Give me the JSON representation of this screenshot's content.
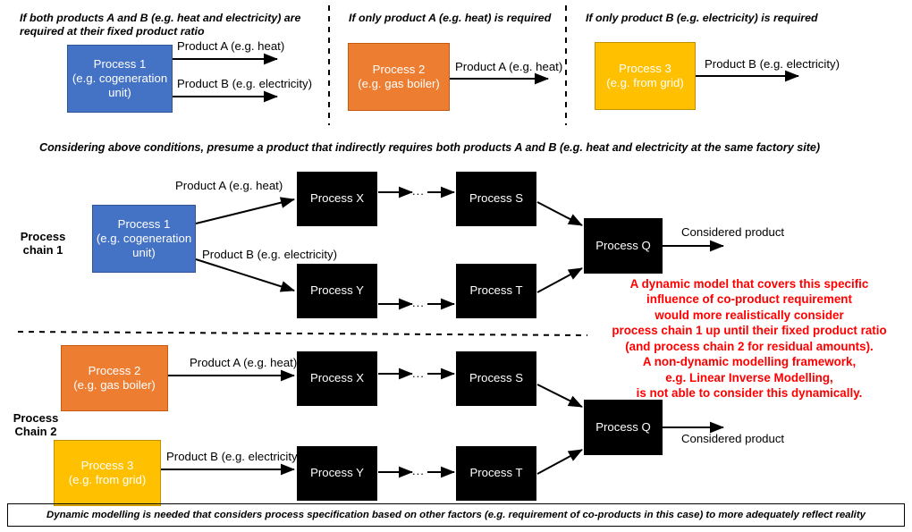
{
  "figure": {
    "title_conditions": [
      "If both products A and B (e.g. heat and electricity) are required at their fixed product ratio",
      "If only product A (e.g. heat) is required",
      "If only product B (e.g. electricity) is required"
    ],
    "middle_caption": "Considering above conditions, presume a product that indirectly requires both products A and B (e.g. heat and electricity at the same factory site)",
    "bottom_banner": "Dynamic modelling is needed that considers process specification based on other factors (e.g. requirement of co-products in this case) to more adequately reflect reality"
  },
  "processes": {
    "p1_line1": "Process 1",
    "p1_line2": "(e.g. cogeneration unit)",
    "p2_line1": "Process 2",
    "p2_line2": "(e.g. gas boiler)",
    "p3_line1": "Process 3",
    "p3_line2": "(e.g. from grid)",
    "px": "Process X",
    "py": "Process Y",
    "ps": "Process S",
    "pt": "Process T",
    "pq": "Process Q"
  },
  "flows": {
    "product_a": "Product A (e.g. heat)",
    "product_b": "Product B (e.g. electricity)",
    "considered_product": "Considered product",
    "ellipsis": "..."
  },
  "chains": {
    "chain1_line1": "Process",
    "chain1_line2": "chain 1",
    "chain2_line1": "Process",
    "chain2_line2": "Chain 2"
  },
  "annotation": {
    "red_note": "A dynamic model that covers this specific\ninfluence of co-product requirement\nwould more realistically consider\nprocess chain 1 up until their fixed product ratio\n(and process chain 2 for residual amounts).\nA non-dynamic modelling framework,\ne.g. Linear Inverse Modelling,\nis not able to consider this dynamically."
  },
  "colors": {
    "blue": "#4472C4",
    "orange": "#ED7D31",
    "yellow": "#FFC000",
    "black": "#000000",
    "red": "#FF0000",
    "white": "#FFFFFF"
  }
}
